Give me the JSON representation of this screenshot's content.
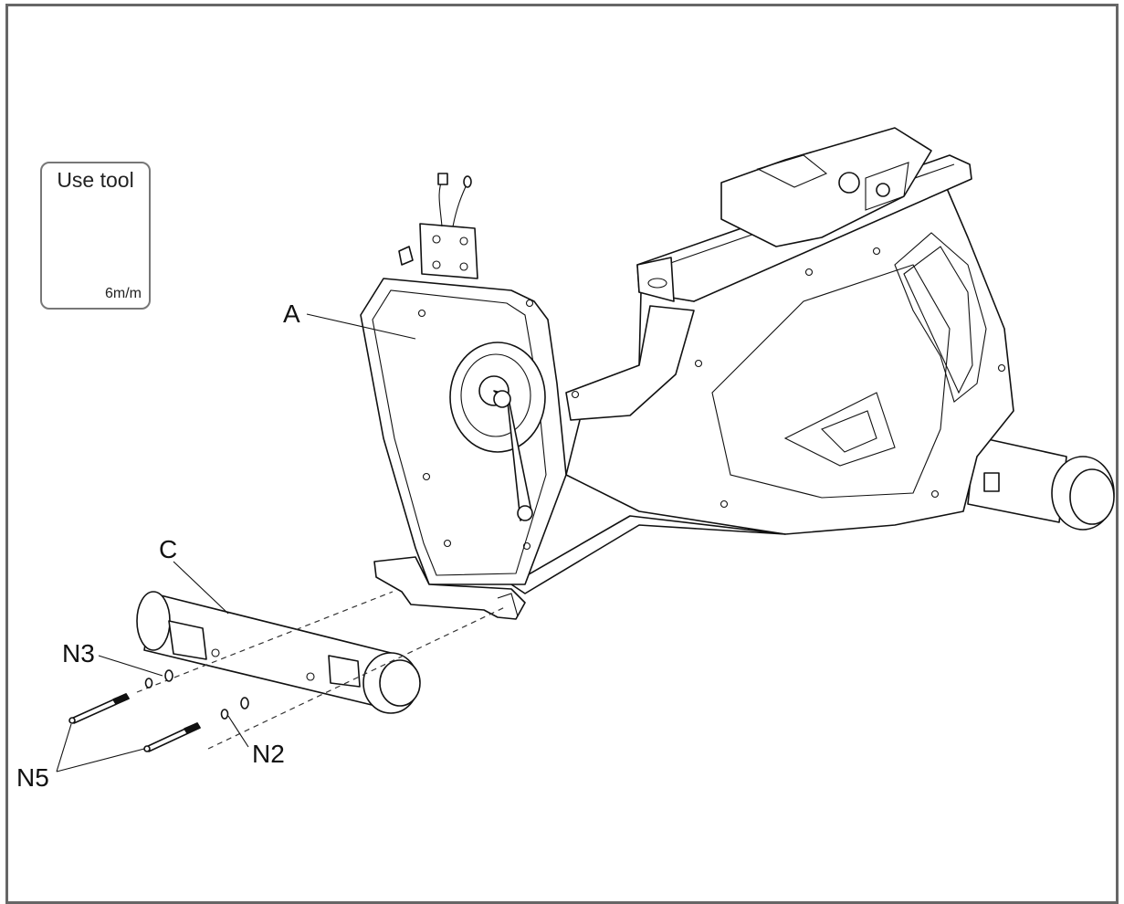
{
  "tool": {
    "title": "Use tool",
    "size": "6m/m",
    "icon": "allen-key-icon"
  },
  "labels": {
    "frame": "A",
    "stabilizer": "C",
    "washer": "N3",
    "nut": "N2",
    "bolts": "N5"
  },
  "colors": {
    "line": "#111111",
    "frame_border": "#666666"
  }
}
